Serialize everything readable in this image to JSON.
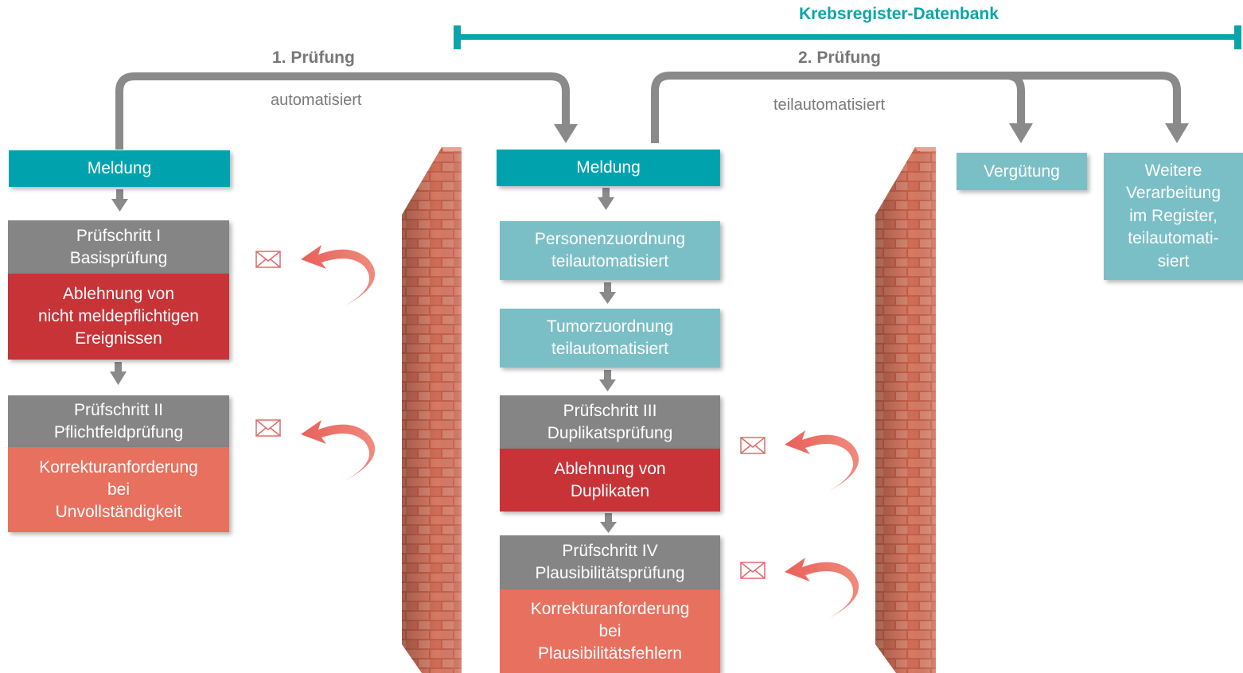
{
  "database": {
    "label": "Krebsregister-Datenbank",
    "color": "#0aa5aa"
  },
  "stages": {
    "first": {
      "title": "1. Prüfung",
      "mode": "automatisiert"
    },
    "second": {
      "title": "2. Prüfung",
      "mode": "teilautomatisiert"
    }
  },
  "left_column": {
    "meldung": "Meldung",
    "step1_title": "Prüfschritt I\nBasisprüfung",
    "step1_result": "Ablehnung von\nnicht meldepflichtigen\nEreignissen",
    "step2_title": "Prüfschritt II\nPflichtfeldprüfung",
    "step2_result": "Korrekturanforderung\nbei\nUnvollständigkeit"
  },
  "middle_column": {
    "meldung": "Meldung",
    "person": "Personenzuordnung\nteilautomatisiert",
    "tumor": "Tumorzuordnung\nteilautomatisiert",
    "step3_title": "Prüfschritt III\nDuplikatsprüfung",
    "step3_result": "Ablehnung von\nDuplikaten",
    "step4_title": "Prüfschritt IV\nPlausibilitätsprüfung",
    "step4_result": "Korrekturanforderung\nbei\nPlausibilitätsfehlern"
  },
  "right_column": {
    "verguetung": "Vergütung",
    "weitere": "Weitere\nVerarbeitung\nim Register,\nteilautomati-\nsiert"
  },
  "colors": {
    "teal": "#00a3ad",
    "light_teal": "#7bbfc6",
    "gray": "#858585",
    "red": "#c73336",
    "salmon": "#e8705f",
    "brick": "#c9644f"
  },
  "icons": [
    "envelope-icon",
    "curved-return-arrow",
    "brick-wall"
  ]
}
